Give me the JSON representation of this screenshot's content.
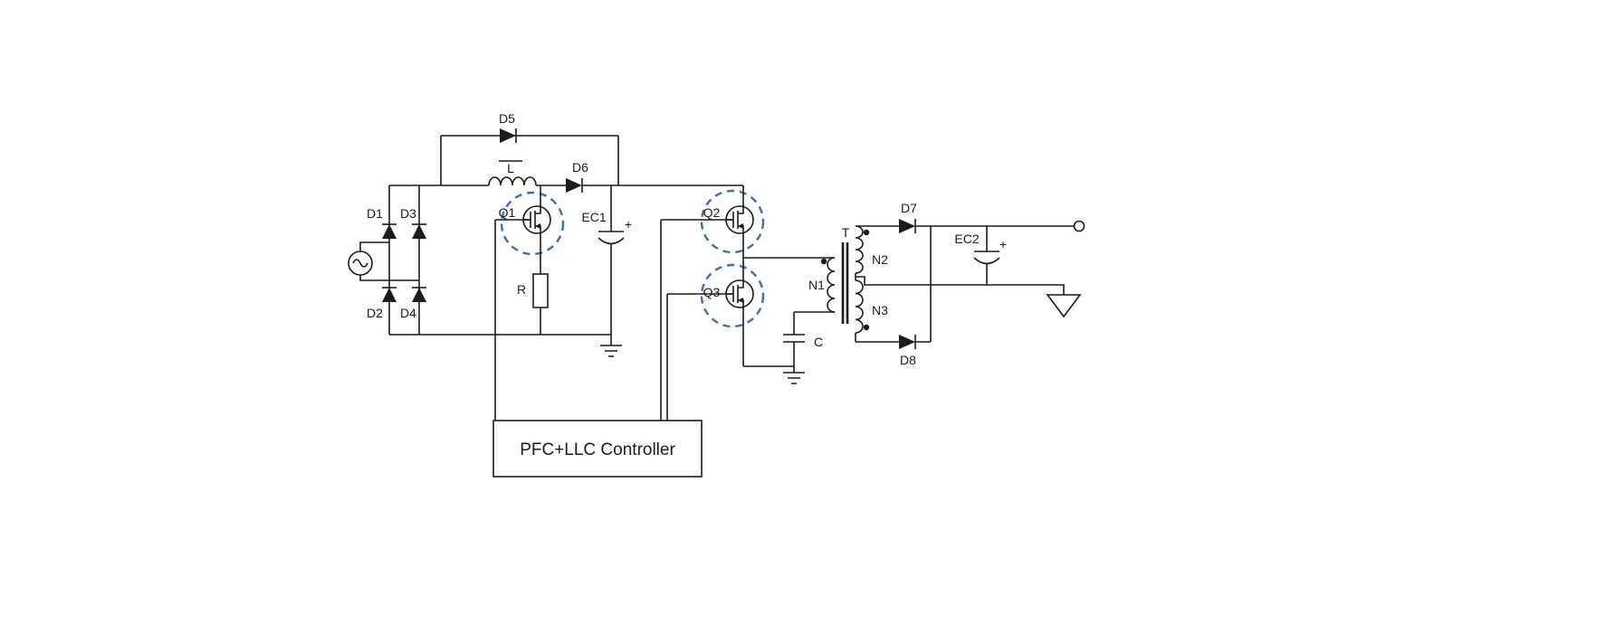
{
  "schematic": {
    "controller": {
      "label": "PFC+LLC Controller"
    },
    "colors": {
      "wire": "#1c1c1c",
      "highlight_circle": "#3f6fa8"
    },
    "icons": {
      "ac_source": "sine-wave-source",
      "ground": "earth-ground",
      "output_ground": "triangle-ground",
      "output_terminal": "open-circle-terminal",
      "q_highlight": "dashed-circle"
    },
    "labels": {
      "d1": "D1",
      "d2": "D2",
      "d3": "D3",
      "d4": "D4",
      "d5": "D5",
      "d6": "D6",
      "d7": "D7",
      "d8": "D8",
      "inductor": "L",
      "resistor": "R",
      "resonant_cap": "C",
      "ec1": "EC1",
      "ec1_polarity": "+",
      "ec2": "EC2",
      "ec2_polarity": "+",
      "q1": "Q1",
      "q2": "Q2",
      "q3": "Q3",
      "transformer": "T",
      "n1": "N1",
      "n2": "N2",
      "n3": "N3"
    }
  }
}
